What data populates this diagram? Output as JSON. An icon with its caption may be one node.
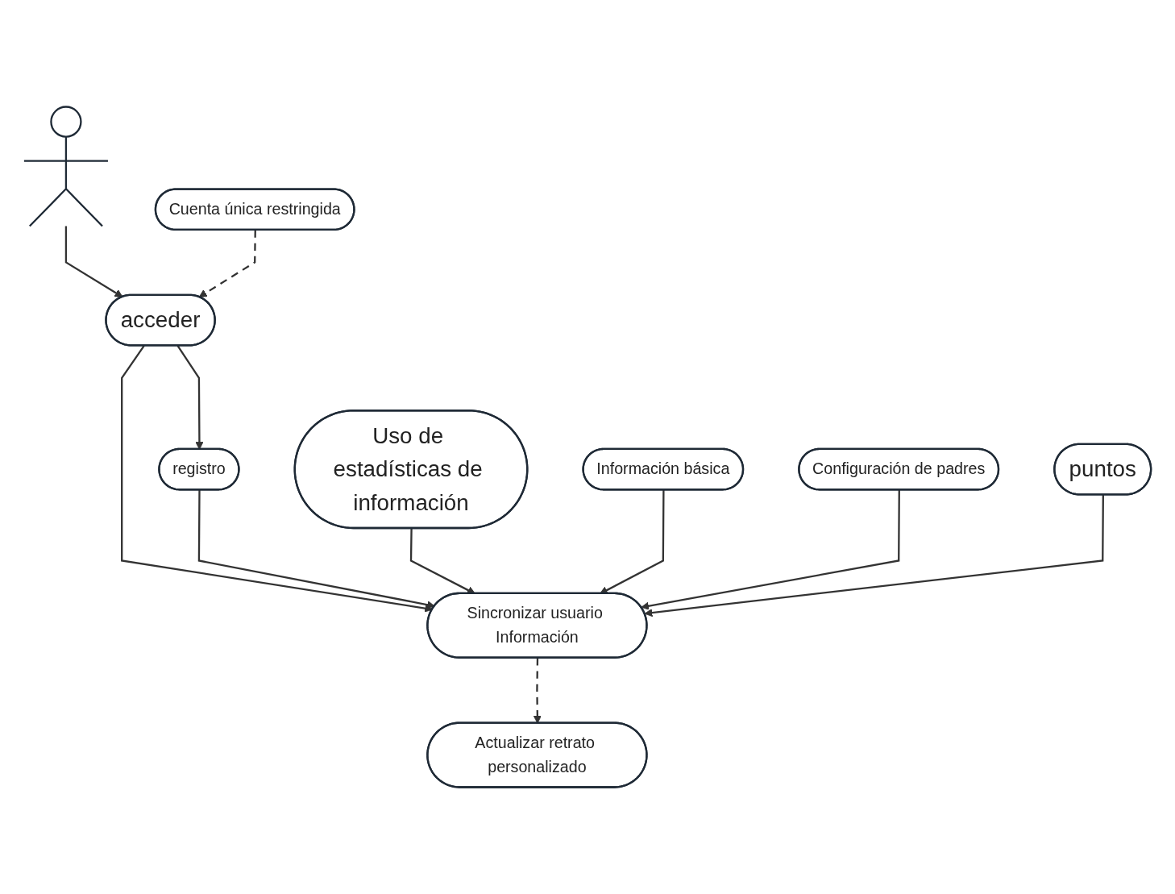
{
  "diagram": {
    "nodes": [
      {
        "text": [],
        "shape": "person"
      },
      {
        "text": [
          "acceder"
        ]
      },
      {
        "text": [
          "registro"
        ]
      },
      {
        "text": [
          "Cuenta única restringida"
        ]
      },
      {
        "text": [
          "Sincronizar usuario Información"
        ]
      },
      {
        "text": [
          "Actualizar retrato personalizado"
        ]
      },
      {
        "text": [
          "Uso de estadísticas de información"
        ]
      },
      {
        "text": [
          "Información básica"
        ]
      },
      {
        "text": [
          "Configuración de padres"
        ]
      },
      {
        "text": [
          "puntos"
        ]
      }
    ],
    "edges": [
      {
        "from": 0,
        "to": 1,
        "arrow": "to"
      },
      {
        "from": 1,
        "to": 2,
        "arrow": "to"
      },
      {
        "from": 3,
        "to": 1,
        "arrow": "to",
        "style": "dashed"
      },
      {
        "from": 1,
        "to": 4,
        "arrow": "to"
      },
      {
        "from": 2,
        "to": 4,
        "arrow": "to"
      },
      {
        "from": 4,
        "to": 5,
        "arrow": "to",
        "style": "dashed"
      },
      {
        "from": 6,
        "to": 4,
        "arrow": "to"
      },
      {
        "from": 7,
        "to": 4,
        "arrow": "to"
      },
      {
        "from": 8,
        "to": 4,
        "arrow": "to"
      },
      {
        "from": 9,
        "to": 4,
        "arrow": "to"
      }
    ]
  }
}
